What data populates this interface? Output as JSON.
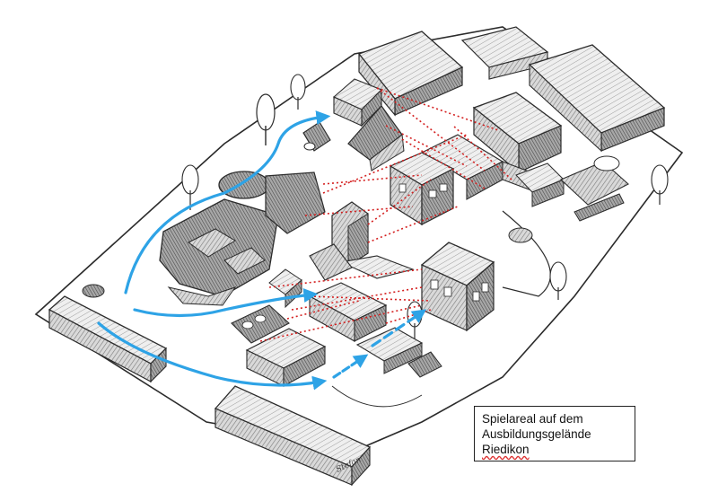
{
  "caption": {
    "line1": "Spielareal auf dem",
    "line2": "Ausbildungsgelände",
    "line3": "Riedikon"
  },
  "signature": "Stefan",
  "colors": {
    "ink": "#2b2b2b",
    "shade": "#9a9a9a",
    "ground": "#ffffff",
    "arrow": "#2ea3e6",
    "sightline": "#d42020"
  }
}
